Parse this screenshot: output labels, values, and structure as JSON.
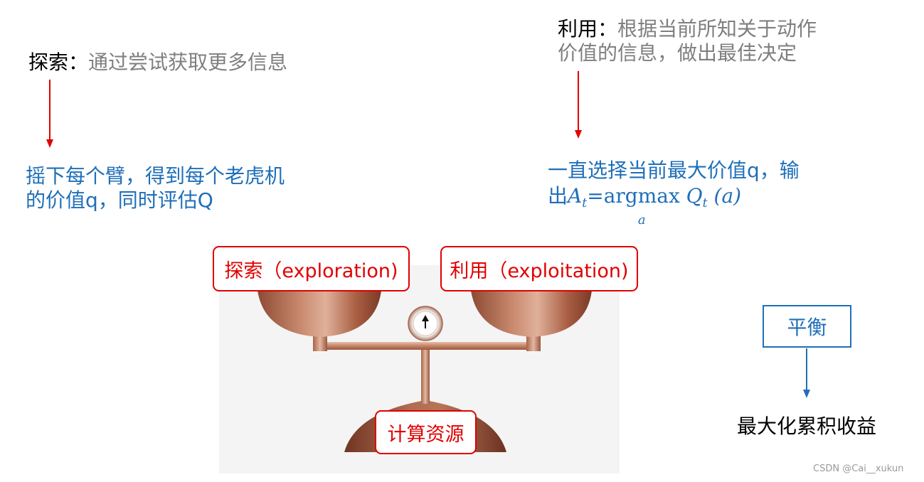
{
  "explore": {
    "label": "探索：",
    "text": "通过尝试获取更多信息",
    "desc_line1": "摇下每个臂，得到每个老虎机",
    "desc_line2": "的价值q，同时评估Q"
  },
  "exploit": {
    "label": "利用：",
    "text_line1": "根据当前所知关于动作",
    "text_line2": "价值的信息，做出最佳决定",
    "desc_line1": "一直选择当前最大价值q，输",
    "desc_prefix": "出",
    "formula_A": "A",
    "formula_t": "t",
    "formula_eq": "=",
    "formula_argmax": "argmax",
    "formula_sub": "a",
    "formula_Q": "Q",
    "formula_t2": "t",
    "formula_arg": "(a)"
  },
  "scale": {
    "left_pan_label": "探索（exploration)",
    "right_pan_label": "利用（exploitation)",
    "base_label": "计算资源"
  },
  "balance": {
    "label": "平衡",
    "result": "最大化累积收益"
  },
  "watermark": "CSDN @Cai__xukun",
  "colors": {
    "red": "#e10000",
    "blue": "#1f6fb9",
    "gray": "#7f7f7f",
    "copper": "#b0735a"
  }
}
